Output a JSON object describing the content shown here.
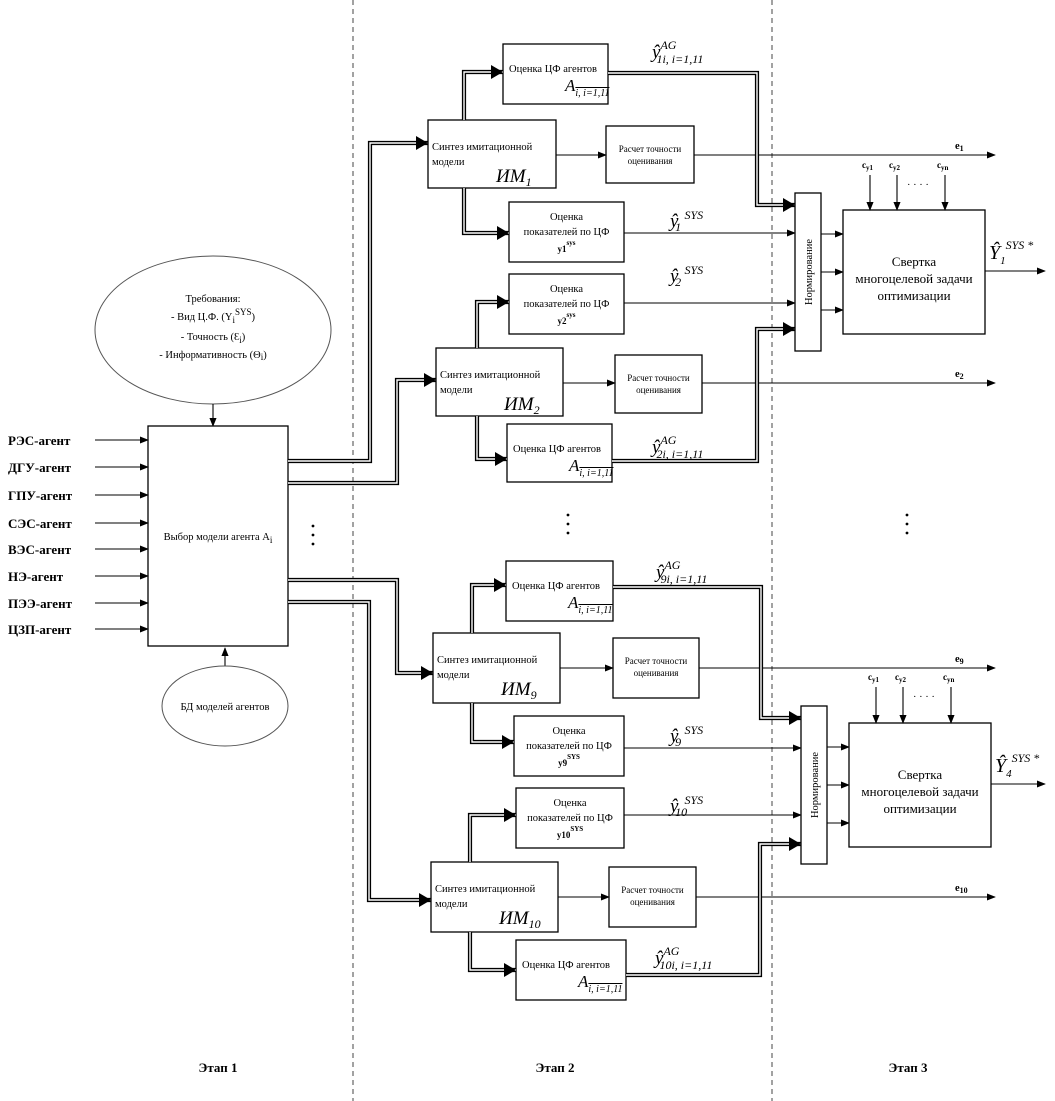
{
  "stages": [
    "Этап 1",
    "Этап 2",
    "Этап 3"
  ],
  "requirements": {
    "title": "Требования:",
    "lines": [
      "- Вид Ц.Ф. (Y",
      "- Точность (Ɛ",
      "- Информативность (Θ"
    ],
    "line1_sub": "i",
    "line1_sup": "SYS",
    "line1_close": ")",
    "line2_sub": "i",
    "line2_close": ")",
    "line3_sub": "i",
    "line3_close": ")"
  },
  "agents": [
    "РЭС-агент",
    "ДГУ-агент",
    "ГПУ-агент",
    "СЭС-агент",
    "ВЭС-агент",
    "НЭ-агент",
    "ПЭЭ-агент",
    "ЦЗП-агент"
  ],
  "selector": {
    "label": "Выбор модели агента A",
    "sub": "i"
  },
  "db": {
    "label": "БД моделей агентов"
  },
  "dots": "·\n·\n·",
  "models": [
    {
      "synth_line1": "Синтез имитационной",
      "synth_line2": "модели",
      "im": "ИМ",
      "im_sub": "1",
      "agents_eval": "Оценка ЦФ агентов",
      "agents_A": "A",
      "agents_A_sub": "i, i=1,11",
      "ind_line1": "Оценка",
      "ind_line2": "показателей по ЦФ",
      "ind_line3": "y1",
      "ind_sup": "sys",
      "acc_line1": "Расчет точности",
      "acc_line2": "оценивания",
      "y_ag": "ŷ",
      "y_ag_sup": "AG",
      "y_ag_sub": "1i, i=1,11",
      "y_sys": "ŷ",
      "y_sys_sup": "SYS",
      "y_sys_sub": "1",
      "e": "e",
      "e_sub": "1"
    },
    {
      "synth_line1": "Синтез имитационной",
      "synth_line2": "модели",
      "im": "ИМ",
      "im_sub": "2",
      "agents_eval": "Оценка ЦФ агентов",
      "agents_A": "A",
      "agents_A_sub": "i, i=1,11",
      "ind_line1": "Оценка",
      "ind_line2": "показателей по ЦФ",
      "ind_line3": "y2",
      "ind_sup": "sys",
      "acc_line1": "Расчет точности",
      "acc_line2": "оценивания",
      "y_ag": "ŷ",
      "y_ag_sup": "AG",
      "y_ag_sub": "2i, i=1,11",
      "y_sys": "ŷ",
      "y_sys_sup": "SYS",
      "y_sys_sub": "2",
      "e": "e",
      "e_sub": "2"
    },
    {
      "synth_line1": "Синтез имитационной",
      "synth_line2": "модели",
      "im": "ИМ",
      "im_sub": "9",
      "agents_eval": "Оценка ЦФ агентов",
      "agents_A": "A",
      "agents_A_sub": "i, i=1,11",
      "ind_line1": "Оценка",
      "ind_line2": "показателей по ЦФ",
      "ind_line3": "y9",
      "ind_sup": "SYS",
      "acc_line1": "Расчет точности",
      "acc_line2": "оценивания",
      "y_ag": "ŷ",
      "y_ag_sup": "AG",
      "y_ag_sub": "9i, i=1,11",
      "y_sys": "ŷ",
      "y_sys_sup": "SYS",
      "y_sys_sub": "9",
      "e": "e",
      "e_sub": "9"
    },
    {
      "synth_line1": "Синтез имитационной",
      "synth_line2": "модели",
      "im": "ИМ",
      "im_sub": "10",
      "agents_eval": "Оценка ЦФ агентов",
      "agents_A": "A",
      "agents_A_sub": "i, i=1,11",
      "ind_line1": "Оценка",
      "ind_line2": "показателей по ЦФ",
      "ind_line3": "y10",
      "ind_sup": "SYS",
      "acc_line1": "Расчет точности",
      "acc_line2": "оценивания",
      "y_ag": "ŷ",
      "y_ag_sup": "AG",
      "y_ag_sub": "10i, i=1,11",
      "y_sys": "ŷ",
      "y_sys_sup": "SYS",
      "y_sys_sub": "10",
      "e": "e",
      "e_sub": "10"
    }
  ],
  "normalization": "Нормирование",
  "convolution": [
    {
      "line1": "Свертка",
      "line2": "многоцелевой задачи",
      "line3": "оптимизации",
      "c1": "c",
      "c1_sub": "y1",
      "c2": "c",
      "c2_sub": "y2",
      "cn": "c",
      "cn_sub": "yn",
      "ellipsis": "· · · ·",
      "out": "Ŷ",
      "out_sub": "1",
      "out_sup": "SYS *"
    },
    {
      "line1": "Свертка",
      "line2": "многоцелевой задачи",
      "line3": "оптимизации",
      "c1": "c",
      "c1_sub": "y1",
      "c2": "c",
      "c2_sub": "y2",
      "cn": "c",
      "cn_sub": "yn",
      "ellipsis": "· · · ·",
      "out": "Ŷ",
      "out_sub": "4",
      "out_sup": "SYS *"
    }
  ]
}
